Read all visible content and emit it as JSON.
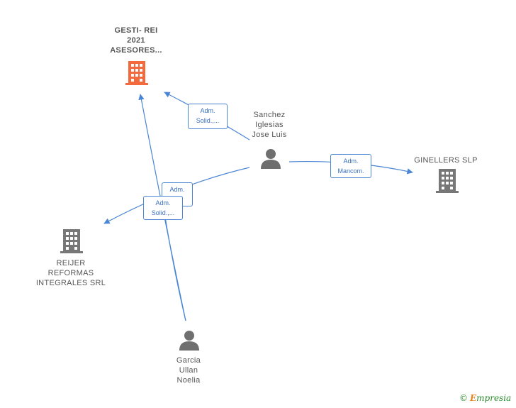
{
  "colors": {
    "main_company": "#f26a3d",
    "company": "#777777",
    "person": "#6f6f6f",
    "edge": "#4a86d4"
  },
  "nodes": {
    "gesti": {
      "line1": "GESTI- REI",
      "line2": "2021",
      "line3": "ASESORES...",
      "icon": "building-icon"
    },
    "sanchez": {
      "line1": "Sanchez",
      "line2": "Iglesias",
      "line3": "Jose Luis",
      "icon": "person-icon"
    },
    "ginellers": {
      "line1": "GINELLERS  SLP",
      "icon": "building-icon"
    },
    "reijer": {
      "line1": "REIJER",
      "line2": "REFORMAS",
      "line3": "INTEGRALES SRL",
      "icon": "building-icon"
    },
    "garcia": {
      "line1": "Garcia",
      "line2": "Ullan",
      "line3": "Noelia",
      "icon": "person-icon"
    }
  },
  "edges": {
    "sanchez_gesti": {
      "line1": "Adm.",
      "line2": "Solid.,..."
    },
    "sanchez_ginellers": {
      "line1": "Adm.",
      "line2": "Mancom."
    },
    "sanchez_reijer": {
      "line1": "Adm.",
      "line2": "..."
    },
    "garcia_reijer": {
      "line1": "Adm.",
      "line2": "Solid.,..."
    }
  },
  "brand": {
    "symbol": "©",
    "initial": "E",
    "rest": "mpresia"
  }
}
